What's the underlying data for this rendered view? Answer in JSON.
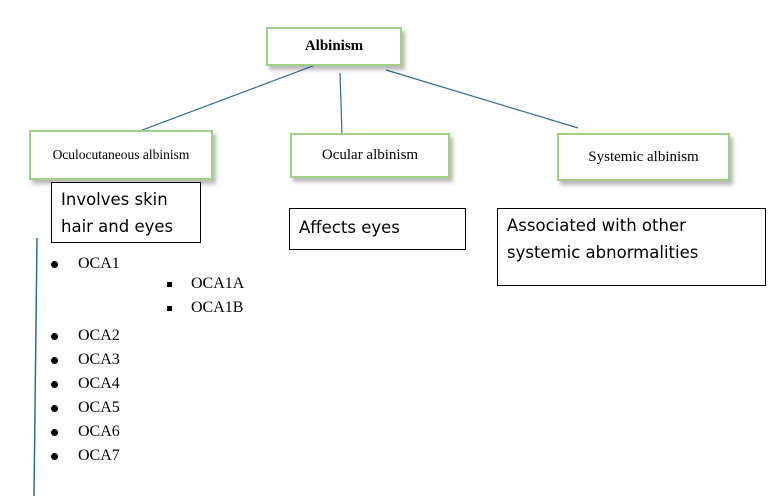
{
  "diagram": {
    "root": {
      "label": "Albinism"
    },
    "colors": {
      "node_border": "#9fd08a",
      "connector": "#2e6f8e",
      "note_border": "#000000"
    },
    "branches": [
      {
        "label": "Oculocutaneous albinism",
        "note": [
          "Involves skin",
          "hair and eyes"
        ]
      },
      {
        "label": "Ocular albinism",
        "note": [
          "Affects eyes"
        ]
      },
      {
        "label": "Systemic albinism",
        "note": [
          "Associated with other",
          "systemic abnormalities"
        ]
      }
    ],
    "oca_types": [
      {
        "label": "OCA1",
        "subtypes": [
          "OCA1A",
          "OCA1B"
        ]
      },
      {
        "label": "OCA2"
      },
      {
        "label": "OCA3"
      },
      {
        "label": "OCA4"
      },
      {
        "label": "OCA5"
      },
      {
        "label": "OCA6"
      },
      {
        "label": "OCA7"
      }
    ]
  }
}
